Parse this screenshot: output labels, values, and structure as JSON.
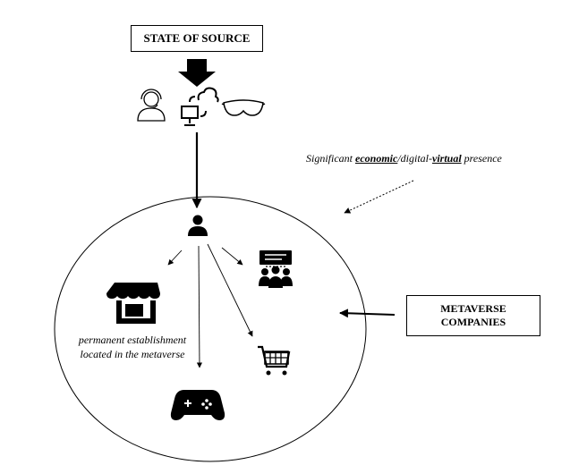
{
  "state_label": "STATE OF SOURCE",
  "presence": {
    "prefix": "Significant ",
    "economic": "economic",
    "middle": "/digital-",
    "virtual": "virtual",
    "suffix": " presence"
  },
  "companies": {
    "line1": "METAVERSE",
    "line2": "COMPANIES"
  },
  "pe": {
    "line1": "permanent establishment",
    "line2": "located in the metaverse"
  },
  "icons": [
    "user-headset-icon",
    "computer-cloud-icon",
    "vr-headset-icon",
    "person-icon",
    "storefront-icon",
    "audience-presentation-icon",
    "gamepad-icon",
    "shopping-cart-icon"
  ]
}
